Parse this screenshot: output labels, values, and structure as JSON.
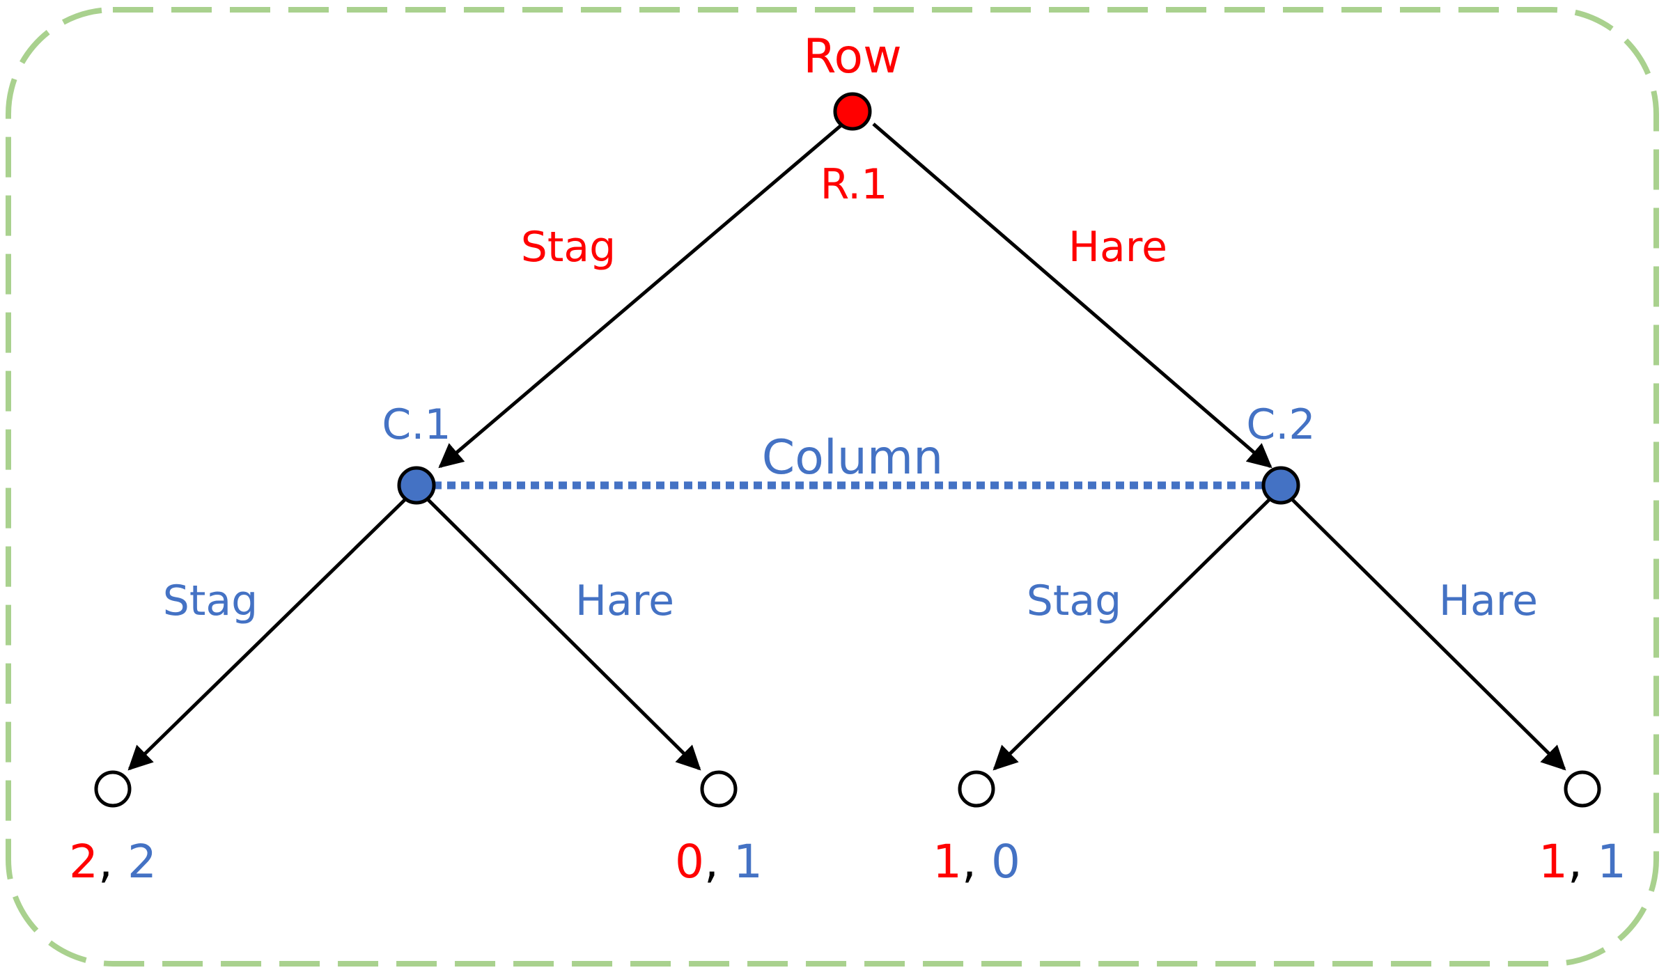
{
  "colors": {
    "row": "#ff0000",
    "column": "#4472c4",
    "edge": "#000000",
    "frame": "#a9d18e",
    "terminal_fill": "#ffffff"
  },
  "players": {
    "row": "Row",
    "column": "Column"
  },
  "nodes": {
    "root_label": "R.1",
    "c1_label": "C.1",
    "c2_label": "C.2"
  },
  "actions": {
    "row_left": "Stag",
    "row_right": "Hare",
    "c1_left": "Stag",
    "c1_right": "Hare",
    "c2_left": "Stag",
    "c2_right": "Hare"
  },
  "payoffs": [
    {
      "row": "2",
      "sep": ", ",
      "col": "2"
    },
    {
      "row": "0",
      "sep": ", ",
      "col": "1"
    },
    {
      "row": "1",
      "sep": ", ",
      "col": "0"
    },
    {
      "row": "1",
      "sep": ", ",
      "col": "1"
    }
  ]
}
